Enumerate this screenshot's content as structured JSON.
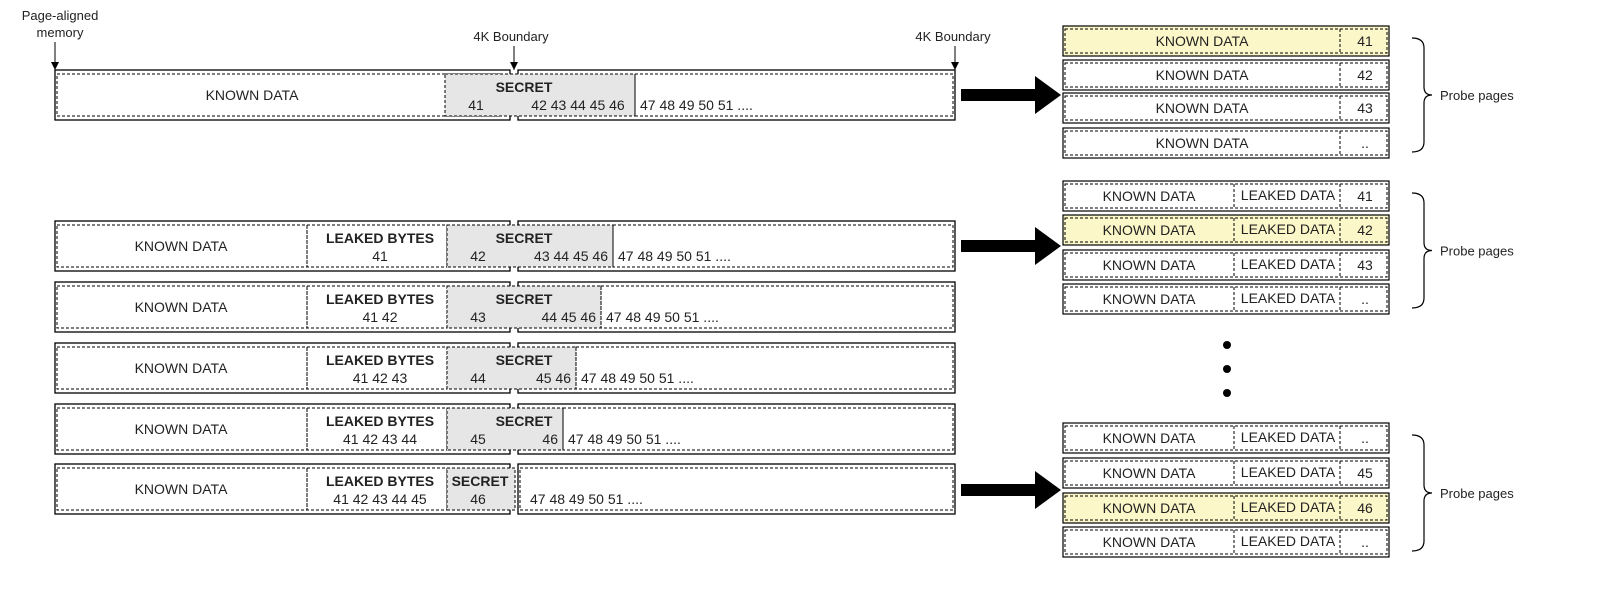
{
  "labels": {
    "page_aligned": [
      "Page-aligned",
      "memory"
    ],
    "boundary_left": "4K Boundary",
    "boundary_right": "4K Boundary"
  },
  "top_row": {
    "known": "KNOWN DATA",
    "secret_title": "SECRET",
    "secret_first": "41",
    "secret_rest": "42 43 44 45 46",
    "tail": "47 48 49 50 51 ...."
  },
  "leak_rows": [
    {
      "known": "KNOWN DATA",
      "leaked_title": "LEAKED BYTES",
      "leaked": "41",
      "secret_title": "SECRET",
      "secret_first": "42",
      "secret_rest": "43 44 45 46",
      "tail": "47 48 49 50 51 ...."
    },
    {
      "known": "KNOWN DATA",
      "leaked_title": "LEAKED BYTES",
      "leaked": "41 42",
      "secret_title": "SECRET",
      "secret_first": "43",
      "secret_rest": "44 45 46",
      "tail": "47 48 49 50 51 ...."
    },
    {
      "known": "KNOWN DATA",
      "leaked_title": "LEAKED BYTES",
      "leaked": "41 42 43",
      "secret_title": "SECRET",
      "secret_first": "44",
      "secret_rest": "45 46",
      "tail": "47 48 49 50 51 ...."
    },
    {
      "known": "KNOWN DATA",
      "leaked_title": "LEAKED BYTES",
      "leaked": "41 42 43 44",
      "secret_title": "SECRET",
      "secret_first": "45",
      "secret_rest": "46",
      "tail": "47 48 49 50 51 ...."
    },
    {
      "known": "KNOWN DATA",
      "leaked_title": "LEAKED BYTES",
      "leaked": "41 42 43 44 45",
      "secret_title": "SECRET",
      "secret_first": "46",
      "secret_rest": "",
      "tail": "47 48 49 50 51 ...."
    }
  ],
  "probe_groups": [
    {
      "label": "Probe pages",
      "pages": [
        {
          "known": "KNOWN DATA",
          "leaked": "",
          "value": "41",
          "highlight": true
        },
        {
          "known": "KNOWN DATA",
          "leaked": "",
          "value": "42",
          "highlight": false
        },
        {
          "known": "KNOWN DATA",
          "leaked": "",
          "value": "43",
          "highlight": false
        },
        {
          "known": "KNOWN DATA",
          "leaked": "",
          "value": "..",
          "highlight": false
        }
      ]
    },
    {
      "label": "Probe pages",
      "pages": [
        {
          "known": "KNOWN DATA",
          "leaked": "LEAKED DATA",
          "value": "41",
          "highlight": false
        },
        {
          "known": "KNOWN DATA",
          "leaked": "LEAKED DATA",
          "value": "42",
          "highlight": true
        },
        {
          "known": "KNOWN DATA",
          "leaked": "LEAKED DATA",
          "value": "43",
          "highlight": false
        },
        {
          "known": "KNOWN DATA",
          "leaked": "LEAKED DATA",
          "value": "..",
          "highlight": false
        }
      ]
    },
    {
      "label": "Probe pages",
      "pages": [
        {
          "known": "KNOWN DATA",
          "leaked": "LEAKED DATA",
          "value": "..",
          "highlight": false
        },
        {
          "known": "KNOWN DATA",
          "leaked": "LEAKED DATA",
          "value": "45",
          "highlight": false
        },
        {
          "known": "KNOWN DATA",
          "leaked": "LEAKED DATA",
          "value": "46",
          "highlight": true
        },
        {
          "known": "KNOWN DATA",
          "leaked": "LEAKED DATA",
          "value": "..",
          "highlight": false
        }
      ]
    }
  ],
  "colors": {
    "secret_fill": "#e6e6e6",
    "highlight_fill": "#fcf7c8",
    "stroke": "#000000"
  }
}
